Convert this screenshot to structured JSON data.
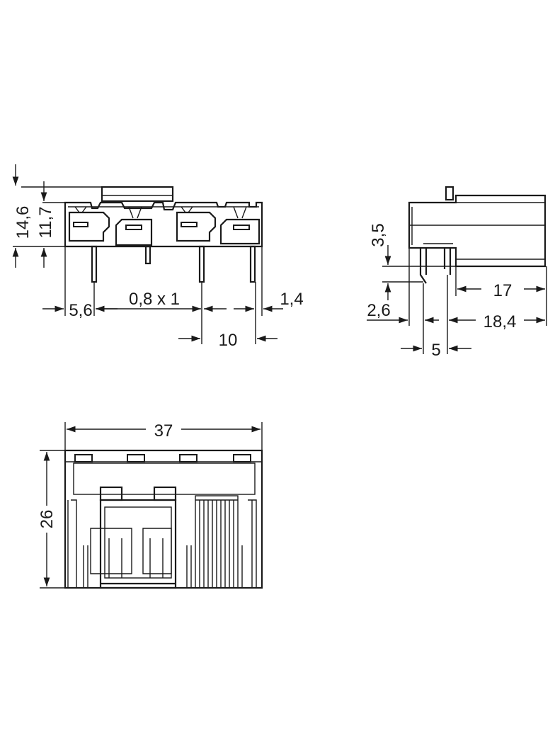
{
  "dimensions": {
    "front": {
      "height_total": "14,6",
      "height_body": "11,7",
      "offset_left": "5,6",
      "pin_size": "0,8 x 1",
      "pin_offset_right": "1,4",
      "pitch": "10"
    },
    "side": {
      "body_height": "3,5",
      "pin_length": "2,6",
      "depth": "17",
      "depth_total": "18,4",
      "pin_spacing": "5"
    },
    "bottom": {
      "width": "37",
      "height": "26"
    }
  }
}
